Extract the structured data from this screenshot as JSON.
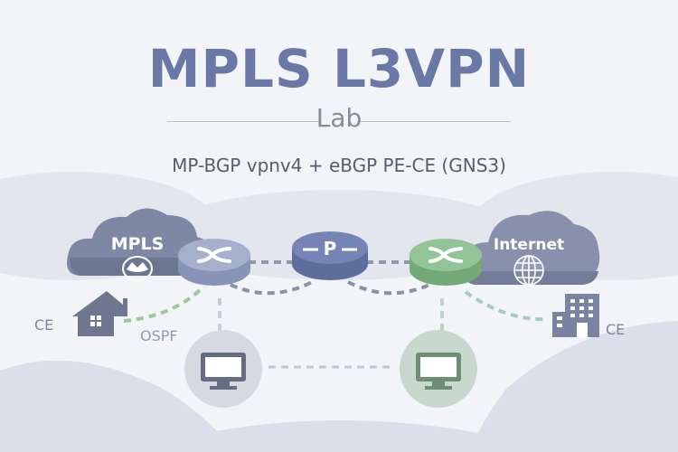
{
  "title": "MPLS L3VPN",
  "subtitle_word": "Lab",
  "description": "MP-BGP vpnv4 + eBGP PE-CE (GNS3)",
  "diagram": {
    "left_cloud": {
      "label": "MPLS",
      "icon": "mpls-emblem-icon"
    },
    "right_cloud": {
      "label": "Internet",
      "icon": "globe-icon"
    },
    "p_router": {
      "label": "P"
    },
    "left_ce": {
      "label": "CE",
      "icon": "house-icon",
      "link_label": "OSPF"
    },
    "right_ce": {
      "label": "CE",
      "icon": "building-icon"
    },
    "colors": {
      "title": "#6a78a6",
      "pe_left": "#9aa6c6",
      "p": "#6f80b0",
      "pe_right": "#8fbf92",
      "cloud": "#8890ac"
    }
  }
}
